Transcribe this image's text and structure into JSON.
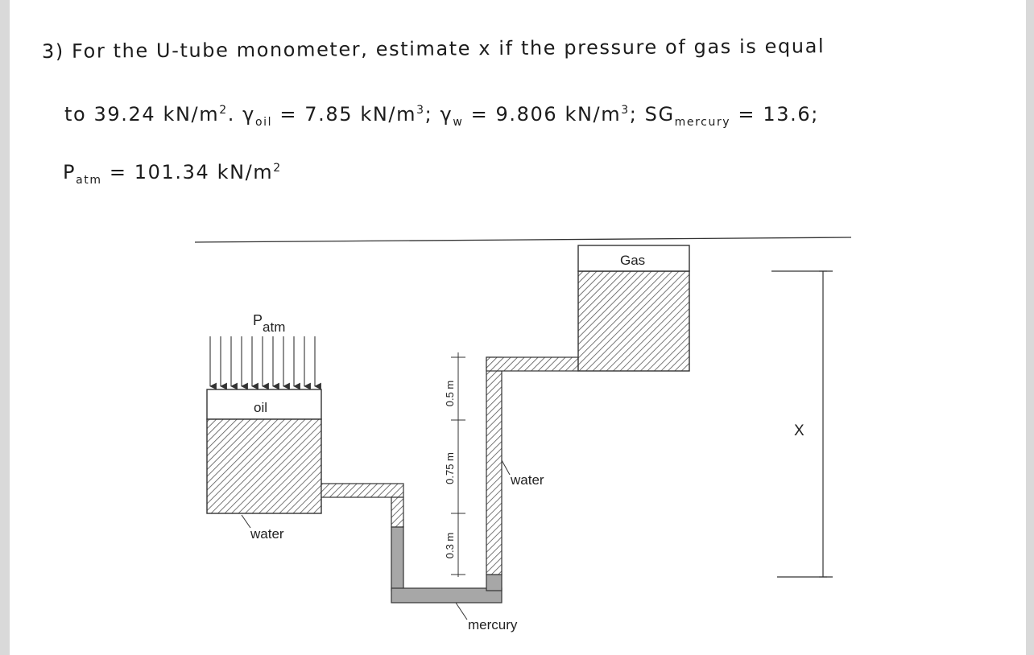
{
  "problem": {
    "line1": "3) For the U-tube monometer, estimate x if the pressure of gas is equal",
    "line2_pre": "to 39.24 kN/m",
    "line2_sup": "2",
    "line2_oil": ". γ",
    "line2_oil_sub": "oil",
    "line2_oil_val": " = 7.85 kN/m",
    "line2_sup3": "3",
    "line2_w": "; γ",
    "line2_w_sub": "w",
    "line2_w_val": " = 9.806 kN/m",
    "line2_sup3b": "3",
    "line2_sg": "; SG",
    "line2_sg_sub": "mercury",
    "line2_sg_val": " = 13.6;",
    "line3_pre": "P",
    "line3_sub": "atm",
    "line3_val": " = 101.34 kN/m",
    "line3_sup": "2"
  },
  "diagram": {
    "patm": "P",
    "patm_sub": "atm",
    "oil": "oil",
    "water_left": "water",
    "water_right": "water",
    "mercury": "mercury",
    "gas": "Gas",
    "x": "X",
    "dim1": "0.5 m",
    "dim2": "0.75 m",
    "dim3": "0.3 m"
  }
}
